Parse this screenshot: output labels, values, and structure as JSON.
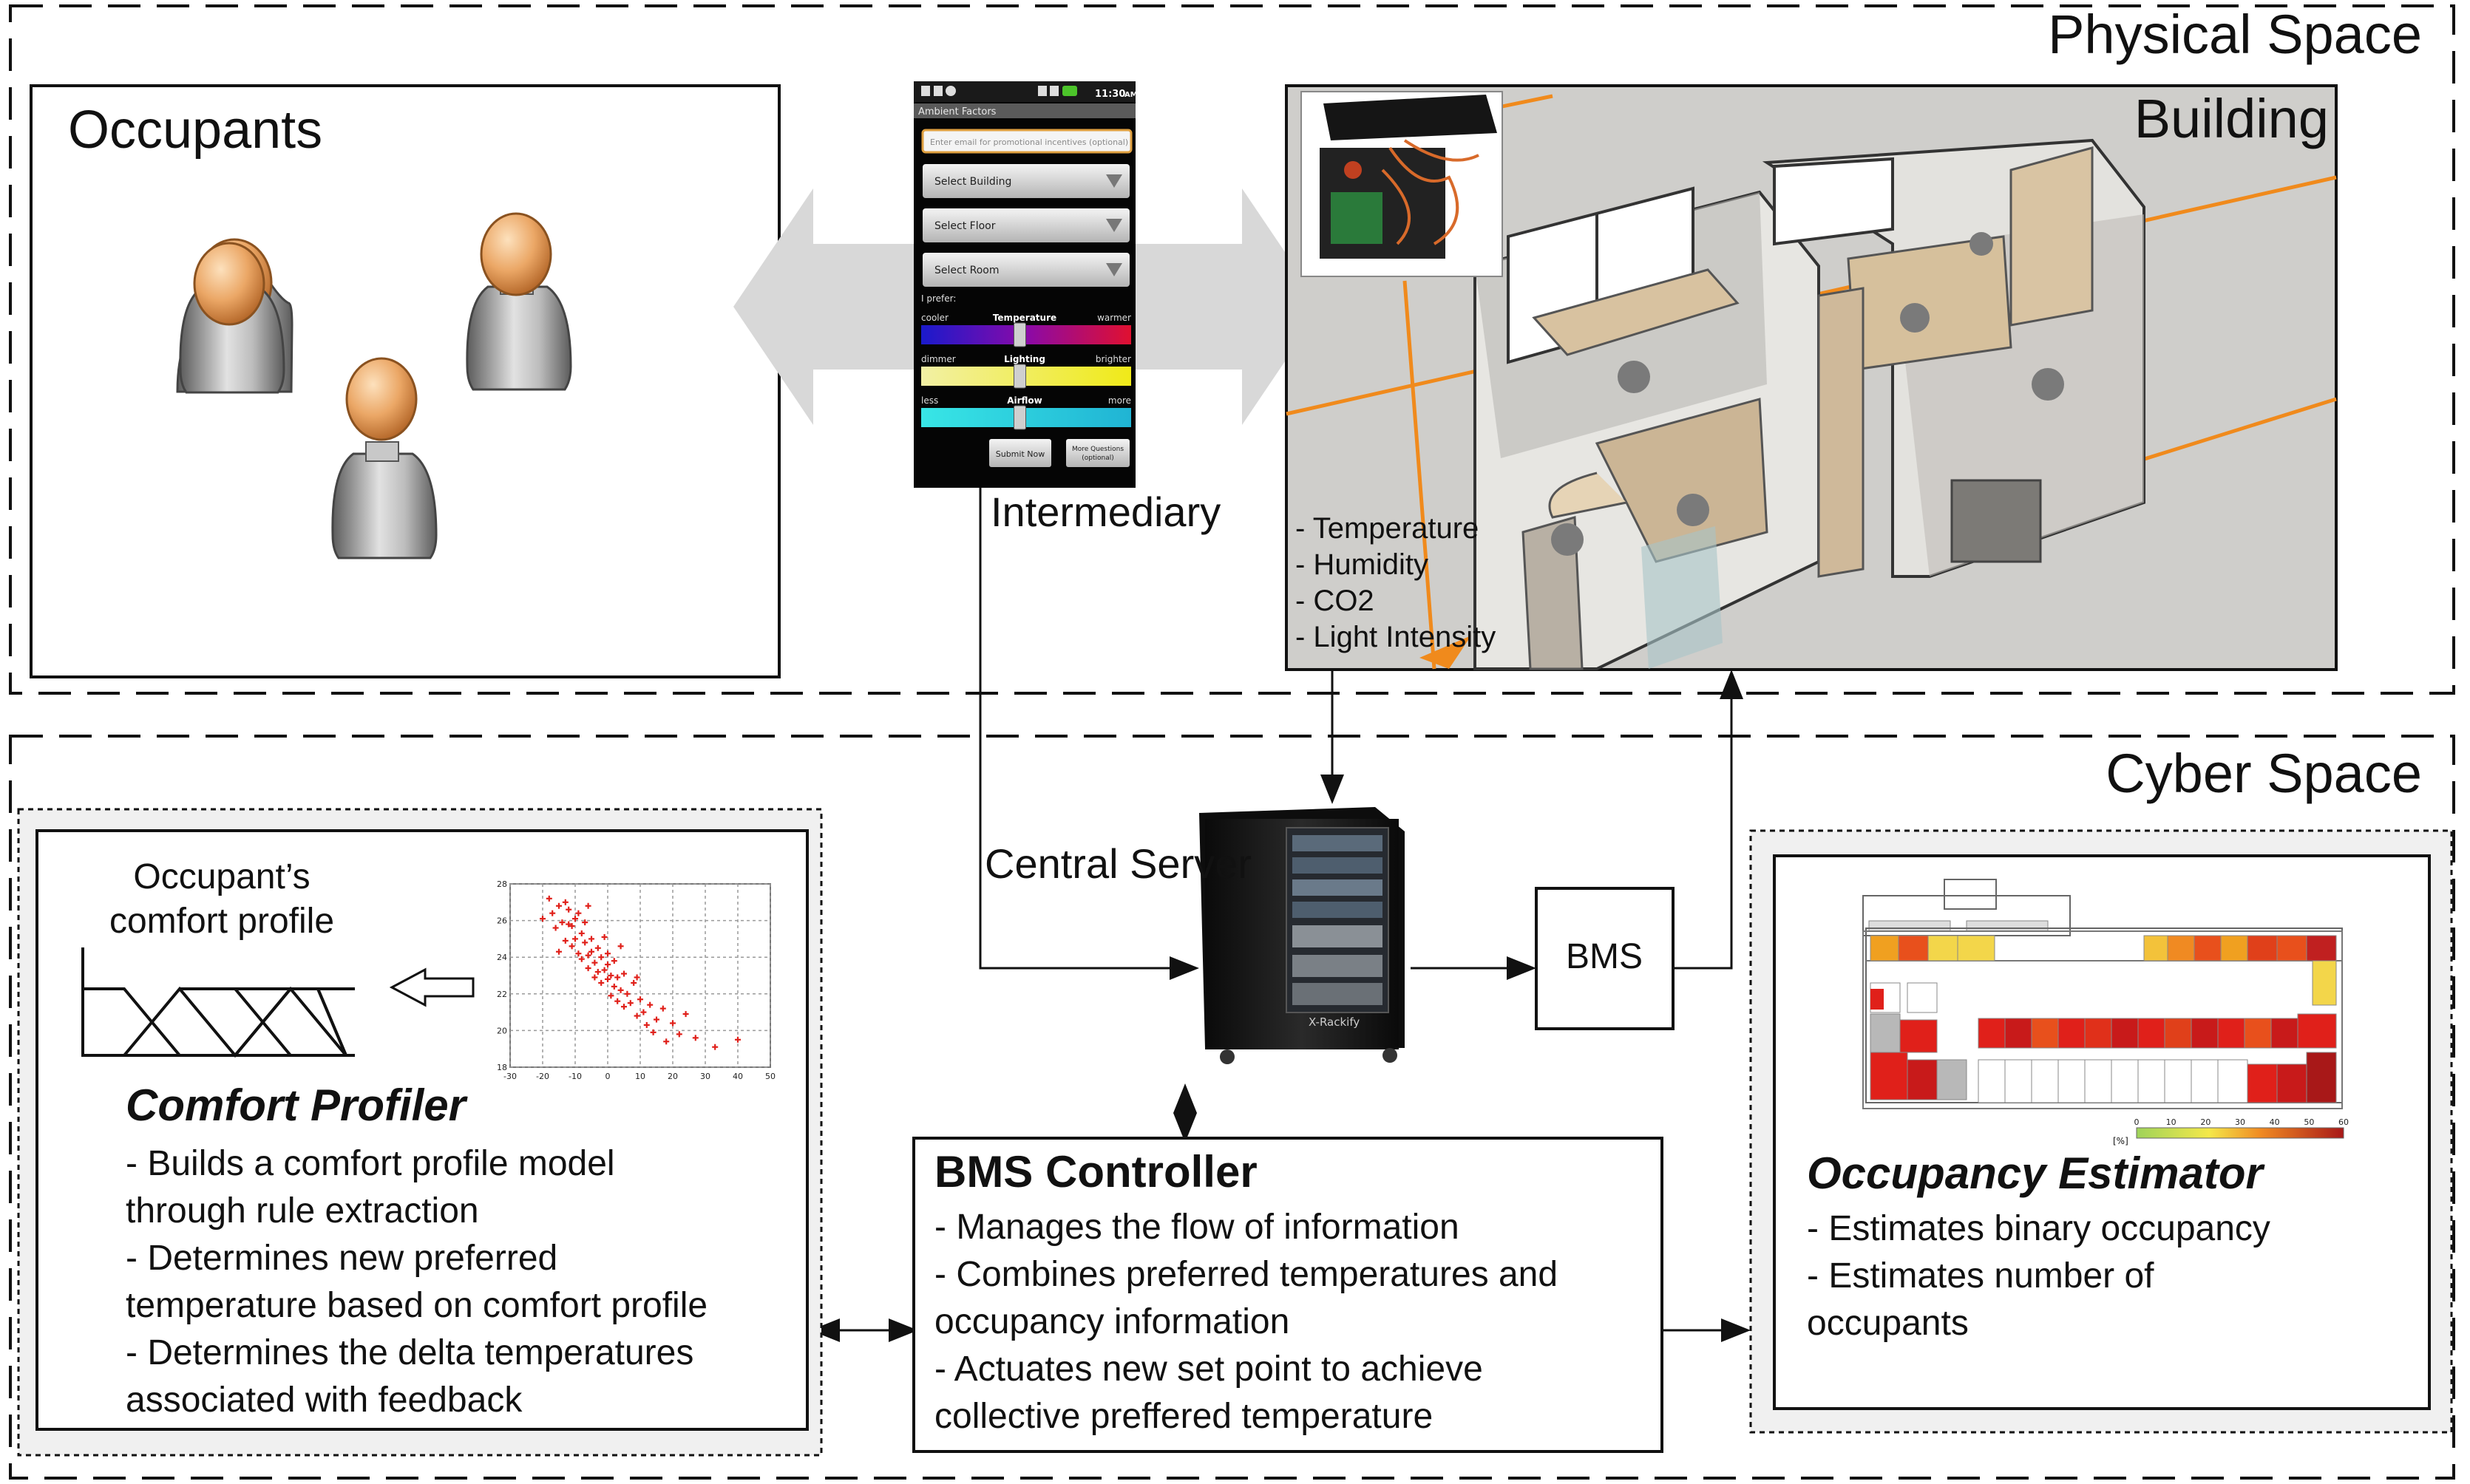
{
  "physical": {
    "title": "Physical Space",
    "occupants_title": "Occupants",
    "intermediary_label": "Intermediary",
    "building_title": "Building",
    "sensors": [
      "- Temperature",
      "- Humidity",
      "- CO2",
      "- Light Intensity"
    ]
  },
  "phone": {
    "status_time": "11:30",
    "status_ampm": "AM",
    "app_title": "Ambient Factors",
    "email_placeholder": "Enter email for promotional incentives (optional)",
    "selects": [
      "Select Building",
      "Select Floor",
      "Select Room"
    ],
    "prefer_label": "I prefer:",
    "sliders": [
      {
        "left": "cooler",
        "name": "Temperature",
        "right": "warmer",
        "level": 0.47
      },
      {
        "left": "dimmer",
        "name": "Lighting",
        "right": "brighter",
        "level": 0.47
      },
      {
        "left": "less",
        "name": "Airflow",
        "right": "more",
        "level": 0.47
      }
    ],
    "submit_label": "Submit Now",
    "more_label_1": "More Questions",
    "more_label_2": "(optional)"
  },
  "cyber": {
    "title": "Cyber Space",
    "server_label": "Central Server",
    "server_brand": "X-Rackify",
    "bms_label": "BMS",
    "comfort_profile_caption": [
      "Occupant’s",
      "comfort profile"
    ],
    "comfort_profiler": {
      "title": "Comfort Profiler",
      "lines": [
        "- Builds a comfort profile model",
        "through rule extraction",
        "- Determines new preferred",
        "temperature based on comfort profile",
        "- Determines the delta temperatures",
        "associated with feedback"
      ]
    },
    "bms_controller": {
      "title": "BMS Controller",
      "lines": [
        "- Manages the flow of information",
        "- Combines preferred temperatures and",
        "occupancy information",
        "- Actuates new set point to achieve",
        "collective preffered temperature"
      ]
    },
    "occupancy_estimator": {
      "title": "Occupancy Estimator",
      "lines": [
        "- Estimates binary occupancy",
        "- Estimates number of",
        "occupants"
      ],
      "legend_unit": "[%]",
      "legend_ticks": [
        "0",
        "10",
        "20",
        "30",
        "40",
        "50",
        "60"
      ]
    }
  },
  "chart_data": {
    "type": "scatter",
    "title": "",
    "xlabel": "",
    "ylabel": "",
    "xlim": [
      -30,
      50
    ],
    "ylim": [
      18,
      28
    ],
    "grid": true,
    "x_ticks": [
      "-30",
      "-20",
      "-10",
      "0",
      "10",
      "20",
      "30",
      "40",
      "50"
    ],
    "y_ticks": [
      "18",
      "20",
      "22",
      "24",
      "26",
      "28"
    ],
    "series": [
      {
        "color": "#e0201a",
        "points": [
          [
            -18,
            27.2
          ],
          [
            -17,
            26.4
          ],
          [
            -16,
            25.6
          ],
          [
            -15,
            26.8
          ],
          [
            -14,
            25.9
          ],
          [
            -13,
            27.0
          ],
          [
            -13,
            24.9
          ],
          [
            -12,
            25.8
          ],
          [
            -12,
            26.6
          ],
          [
            -11,
            24.6
          ],
          [
            -11,
            25.7
          ],
          [
            -10,
            26.1
          ],
          [
            -10,
            25.0
          ],
          [
            -9,
            24.2
          ],
          [
            -9,
            26.4
          ],
          [
            -8,
            25.3
          ],
          [
            -8,
            23.9
          ],
          [
            -7,
            24.8
          ],
          [
            -7,
            25.9
          ],
          [
            -6,
            24.1
          ],
          [
            -6,
            23.4
          ],
          [
            -5,
            25.0
          ],
          [
            -5,
            24.3
          ],
          [
            -4,
            23.7
          ],
          [
            -4,
            22.9
          ],
          [
            -3,
            24.5
          ],
          [
            -3,
            23.2
          ],
          [
            -2,
            22.6
          ],
          [
            -2,
            24.0
          ],
          [
            -1,
            23.3
          ],
          [
            -1,
            25.1
          ],
          [
            0,
            22.8
          ],
          [
            0,
            24.2
          ],
          [
            0,
            23.6
          ],
          [
            1,
            21.9
          ],
          [
            1,
            23.0
          ],
          [
            2,
            22.4
          ],
          [
            2,
            23.8
          ],
          [
            3,
            21.6
          ],
          [
            3,
            22.9
          ],
          [
            4,
            22.2
          ],
          [
            5,
            21.3
          ],
          [
            5,
            23.1
          ],
          [
            6,
            22.0
          ],
          [
            7,
            21.5
          ],
          [
            8,
            22.6
          ],
          [
            9,
            20.8
          ],
          [
            10,
            21.7
          ],
          [
            11,
            21.0
          ],
          [
            12,
            20.3
          ],
          [
            13,
            21.4
          ],
          [
            14,
            19.9
          ],
          [
            15,
            20.6
          ],
          [
            17,
            21.2
          ],
          [
            18,
            19.4
          ],
          [
            20,
            20.4
          ],
          [
            22,
            19.8
          ],
          [
            24,
            20.9
          ],
          [
            27,
            19.6
          ],
          [
            33,
            19.1
          ],
          [
            40,
            19.5
          ],
          [
            -20,
            26.1
          ],
          [
            -15,
            24.3
          ],
          [
            -6,
            26.8
          ],
          [
            4,
            24.6
          ],
          [
            9,
            22.9
          ]
        ]
      }
    ]
  }
}
